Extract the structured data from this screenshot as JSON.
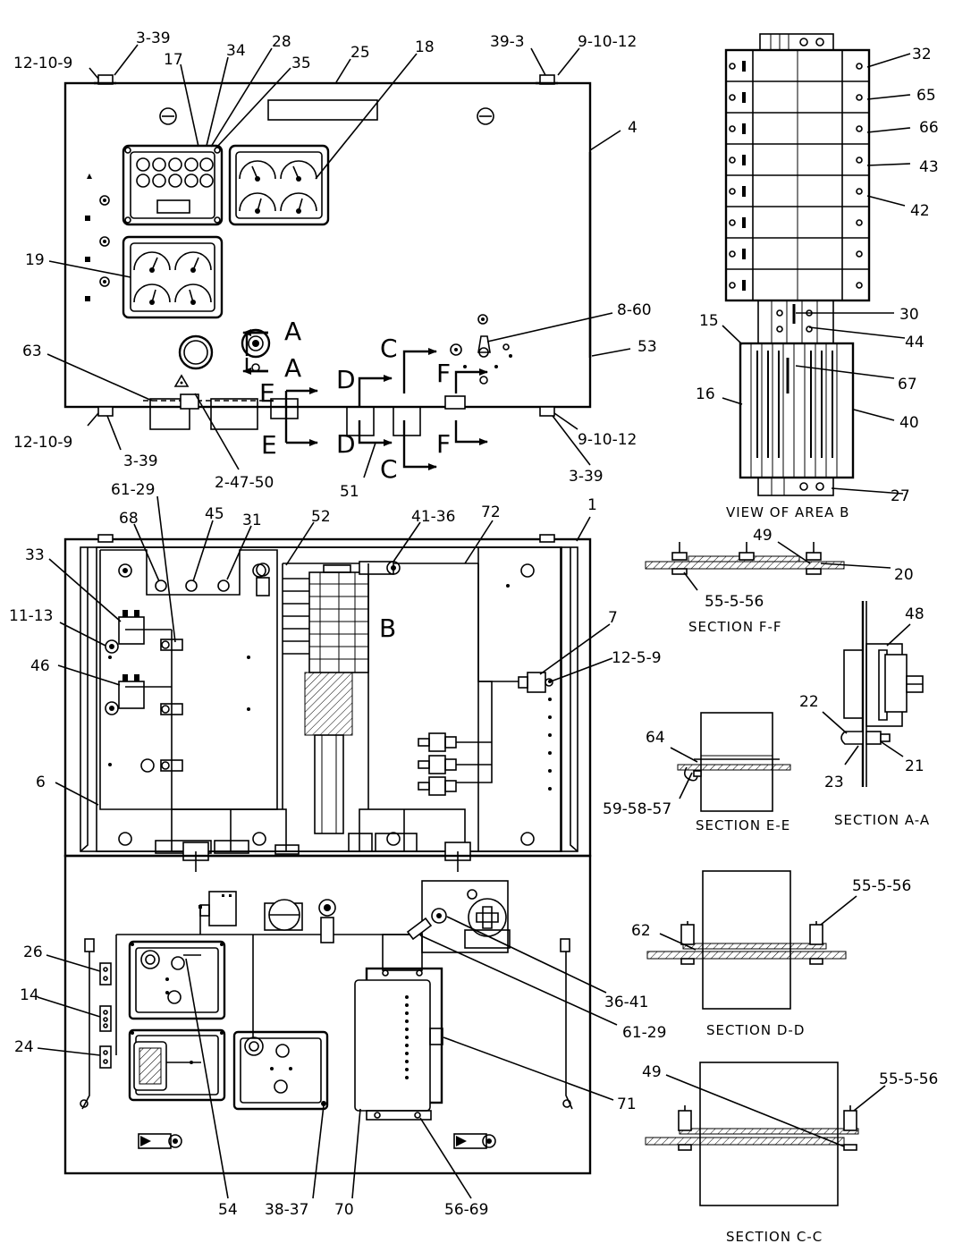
{
  "callouts": {
    "c_3_39_tl": "3-39",
    "c_12_10_9_tl": "12-10-9",
    "c_17": "17",
    "c_34": "34",
    "c_28": "28",
    "c_35": "35",
    "c_25": "25",
    "c_18": "18",
    "c_39_3": "39-3",
    "c_9_10_12_tr": "9-10-12",
    "c_4": "4",
    "c_19": "19",
    "c_8_60": "8-60",
    "c_53": "53",
    "c_63": "63",
    "c_12_10_9_bl": "12-10-9",
    "c_3_39_bl": "3-39",
    "c_2_47_50": "2-47-50",
    "c_51": "51",
    "c_9_10_12_br": "9-10-12",
    "c_3_39_br": "3-39",
    "c_32": "32",
    "c_65": "65",
    "c_66": "66",
    "c_43": "43",
    "c_42": "42",
    "c_30": "30",
    "c_15": "15",
    "c_44": "44",
    "c_67": "67",
    "c_16": "16",
    "c_40": "40",
    "c_27": "27",
    "c_61_29_top": "61-29",
    "c_68": "68",
    "c_45": "45",
    "c_31": "31",
    "c_52": "52",
    "c_41_36": "41-36",
    "c_72": "72",
    "c_1": "1",
    "c_33": "33",
    "c_11_13": "11-13",
    "c_46": "46",
    "c_7": "7",
    "c_12_5_9": "12-5-9",
    "c_6": "6",
    "c_26": "26",
    "c_14": "14",
    "c_24": "24",
    "c_36_41": "36-41",
    "c_61_29_bot": "61-29",
    "c_71": "71",
    "c_54": "54",
    "c_38_37": "38-37",
    "c_70": "70",
    "c_56_69": "56-69",
    "c_49_ff": "49",
    "c_20": "20",
    "c_55_5_56_ff": "55-5-56",
    "c_48": "48",
    "c_22": "22",
    "c_21": "21",
    "c_23": "23",
    "c_64": "64",
    "c_59_58_57": "59-58-57",
    "c_55_5_56_dd": "55-5-56",
    "c_62": "62",
    "c_49_cc": "49",
    "c_55_5_56_cc": "55-5-56"
  },
  "section_letters": {
    "a1": "A",
    "a2": "A",
    "c1": "C",
    "c2": "C",
    "d1": "D",
    "d2": "D",
    "e1": "E",
    "e2": "E",
    "f1": "F",
    "f2": "F",
    "b": "B"
  },
  "captions": {
    "view_area_b": "VIEW OF AREA B",
    "section_ff": "SECTION F-F",
    "section_ee": "SECTION E-E",
    "section_aa": "SECTION A-A",
    "section_dd": "SECTION D-D",
    "section_cc": "SECTION C-C"
  }
}
